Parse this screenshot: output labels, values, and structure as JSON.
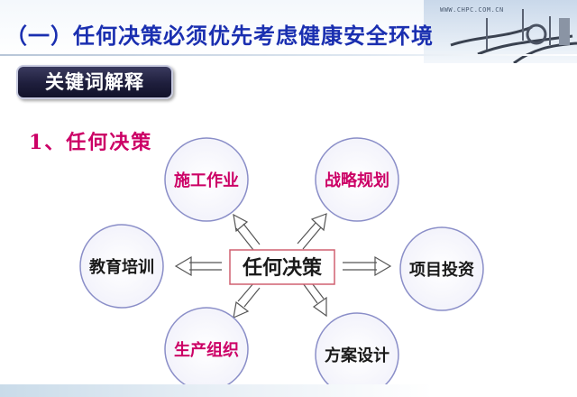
{
  "slide": {
    "title": "（一）任何决策必须优先考虑健康安全环境",
    "site_url": "WWW.CHPC.COM.CN",
    "keyword_banner": "关键词解释",
    "section_heading": "1、任何决策"
  },
  "diagram": {
    "center": "任何决策",
    "nodes": {
      "construction": "施工作业",
      "strategy": "战略规划",
      "training": "教育培训",
      "investment": "项目投资",
      "production": "生产组织",
      "design": "方案设计"
    }
  },
  "colors": {
    "title_blue": "#1a2fb0",
    "node_text_magenta": "#cc0066",
    "banner_dark": "#1e1e3c",
    "circle_stroke": "#8a8ec8",
    "center_border": "#d06070"
  }
}
